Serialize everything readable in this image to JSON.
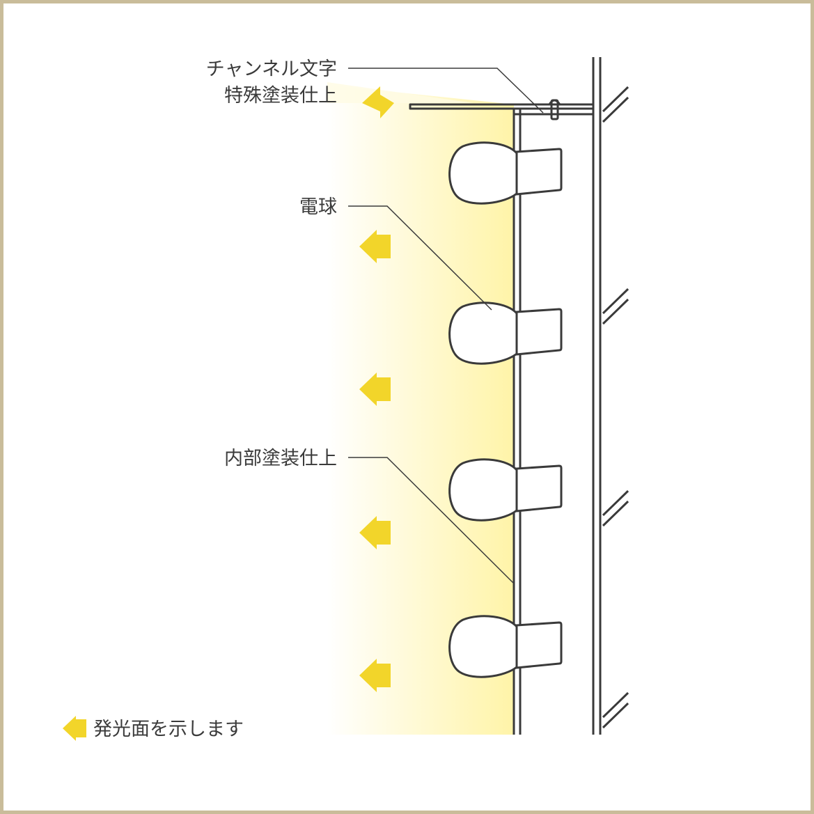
{
  "labels": {
    "channel_letter": "チャンネル文字",
    "special_paint": "特殊塗装仕上",
    "bulb": "電球",
    "interior_paint": "内部塗装仕上",
    "legend": "発光面を示します"
  },
  "colors": {
    "frame": "#c9bc9a",
    "arrow": "#f2d52a",
    "glow_inner": "#fff4a8",
    "glow_outer": "#ffffff",
    "line": "#3a3a3a"
  },
  "icons": {
    "emission_arrow": "left-arrow-icon",
    "bulb": "light-bulb-icon"
  }
}
